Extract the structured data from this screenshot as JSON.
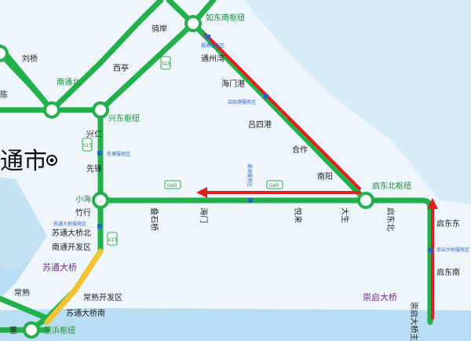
{
  "colors": {
    "road": "#22b04b",
    "road_edge": "#178a39",
    "bridge_yellow": "#f4c430",
    "congestion_red": "#e02020",
    "water": "#b9ddf2",
    "land": "#eef6fc",
    "hub_text": "#1c8a3c",
    "service_text": "#2a62c9",
    "bridge_text": "#7a2a8c"
  },
  "city": {
    "name": "通市",
    "icon": "city-capital-icon"
  },
  "hubs": {
    "rudong_south": "如东南枢纽",
    "nantong_north": "南通北",
    "xingdong": "兴东枢纽",
    "xiaohai": "小海",
    "qidong_north": "启东北枢纽",
    "huangjing": "董浜枢纽"
  },
  "service_areas": {
    "juegang": "掘港服务区",
    "lvsigang": "吕四港服务区",
    "xianfeng": "先锋服务区",
    "tonghai": "通海服务区",
    "sutong_bridge": "苏通大桥服务区",
    "chongqi_bridge": "崇启大桥服务区"
  },
  "places": {
    "qi_an": "骑岸",
    "liuqiao": "刘桥",
    "xiting": "西亭",
    "tongzhou_bay": "通州湾",
    "haimengang": "海门港",
    "lvsigang": "吕四港",
    "hezuo": "合作",
    "nanyang": "南阳",
    "chen": "陈",
    "xingren": "兴仁",
    "xianfeng": "先锋",
    "zhuhang": "竹行",
    "sutong_north": "苏通大桥北",
    "nantong_dev": "南通开发区",
    "dieshiqiao": "叠石桥",
    "haimen": "海门",
    "yuelai": "悦来",
    "dasheng": "大生",
    "qidong_north_exit": "启东北",
    "qidong_east": "启东东",
    "qidong_south": "启东南",
    "changshu": "常熟",
    "changshu_dev": "常熟开发区",
    "sutong_south": "苏通大桥南",
    "chongqi_main": "崇启大桥主线",
    "dong": "董"
  },
  "bridges": {
    "sutong": "苏通大桥",
    "chongqi": "崇启大桥"
  },
  "shields": {
    "s15_a": "S15",
    "s15_b": "S15",
    "g40_a": "G40",
    "g40_b": "G40",
    "s15_c": "S15"
  }
}
